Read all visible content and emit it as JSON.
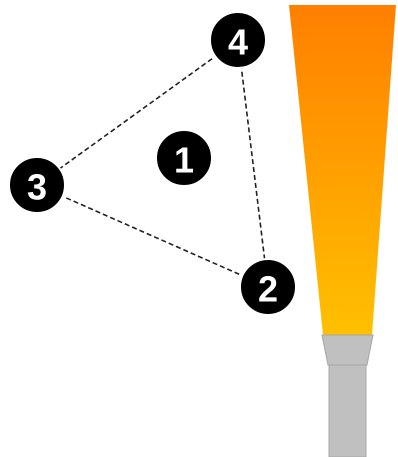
{
  "diagram": {
    "nodes": [
      {
        "id": "1",
        "label": "1"
      },
      {
        "id": "2",
        "label": "2"
      },
      {
        "id": "3",
        "label": "3"
      },
      {
        "id": "4",
        "label": "4"
      }
    ],
    "edges": [
      {
        "from": "4",
        "to": "3",
        "style": "dashed"
      },
      {
        "from": "4",
        "to": "2",
        "style": "dashed"
      },
      {
        "from": "3",
        "to": "2",
        "style": "dashed"
      }
    ],
    "beam": {
      "gradient_top": "#ff7f00",
      "gradient_bottom": "#ffc000"
    },
    "emitter": {
      "fill": "#c0c0c0",
      "stroke": "#a6a6a6"
    },
    "colors": {
      "node_fill": "#000000",
      "node_ring": "#ffffff",
      "node_text": "#ffffff",
      "edge_stroke": "#222222"
    }
  }
}
